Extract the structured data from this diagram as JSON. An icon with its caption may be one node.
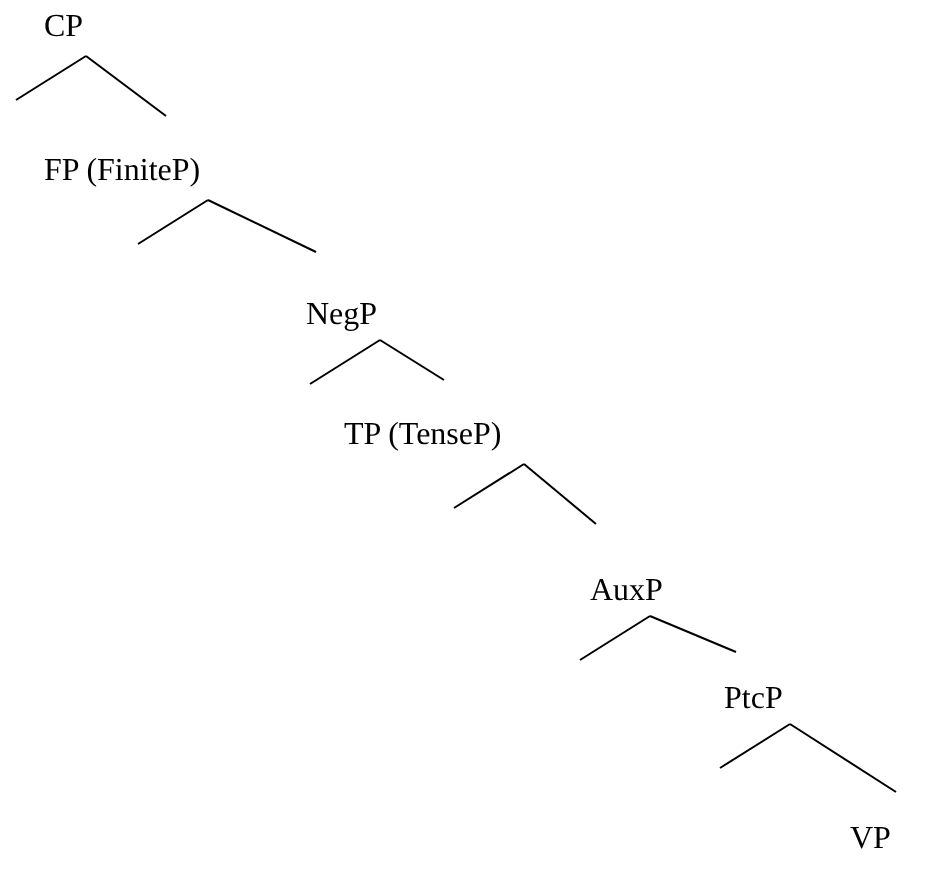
{
  "diagram": {
    "nodes": [
      {
        "text": [
          "CP"
        ]
      },
      {
        "text": [
          "FP (FiniteP)"
        ]
      },
      {
        "text": [
          "NegP"
        ]
      },
      {
        "text": [
          "TP (TenseP)"
        ]
      },
      {
        "text": [
          "AuxP"
        ]
      },
      {
        "text": [
          "PtcP"
        ]
      },
      {
        "text": [
          "VP"
        ]
      }
    ],
    "edges": [
      {
        "from": 0,
        "to": null,
        "arrow": "none"
      },
      {
        "from": 0,
        "to": 1,
        "arrow": "none"
      },
      {
        "from": 1,
        "to": null,
        "arrow": "none"
      },
      {
        "from": 1,
        "to": 2,
        "arrow": "none"
      },
      {
        "from": 2,
        "to": null,
        "arrow": "none"
      },
      {
        "from": 2,
        "to": 3,
        "arrow": "none"
      },
      {
        "from": 3,
        "to": null,
        "arrow": "none"
      },
      {
        "from": 3,
        "to": 4,
        "arrow": "none"
      },
      {
        "from": 4,
        "to": null,
        "arrow": "none"
      },
      {
        "from": 4,
        "to": 5,
        "arrow": "none"
      },
      {
        "from": 5,
        "to": null,
        "arrow": "none"
      },
      {
        "from": 5,
        "to": 6,
        "arrow": "none"
      }
    ]
  }
}
